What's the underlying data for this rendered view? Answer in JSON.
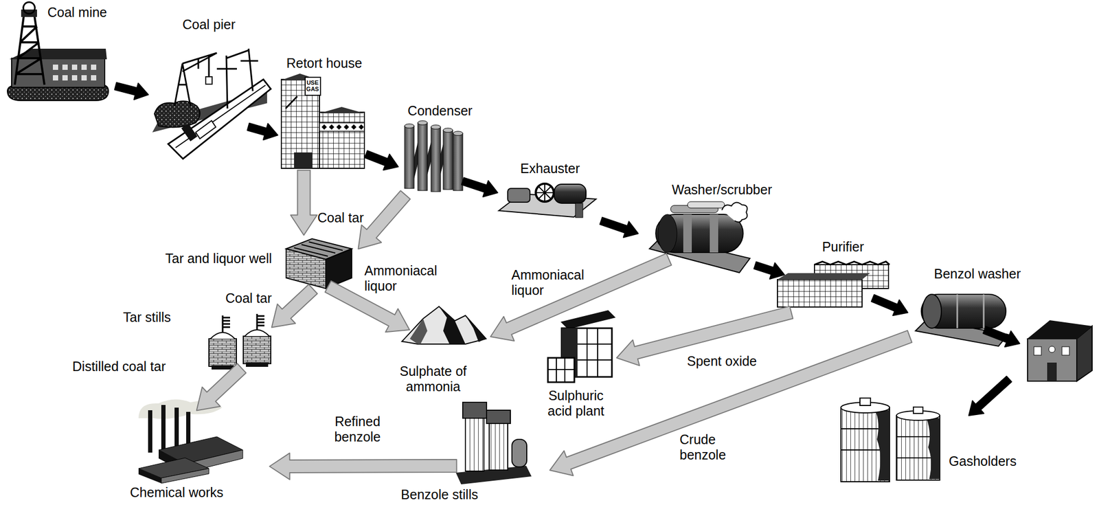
{
  "diagram": {
    "nodes": [
      {
        "text": [
          "Coal mine"
        ]
      },
      {
        "text": [
          "Coal pier"
        ]
      },
      {
        "text": [
          "Retort house",
          "USE GAS"
        ]
      },
      {
        "text": [
          "Condenser"
        ]
      },
      {
        "text": [
          "Exhauster"
        ]
      },
      {
        "text": [
          "Washer/scrubber"
        ]
      },
      {
        "text": [
          "Tar and liquor well"
        ]
      },
      {
        "text": [
          "Purifier"
        ]
      },
      {
        "text": [
          "Benzol washer"
        ]
      },
      {
        "text": [
          "Tar stills"
        ]
      },
      {
        "text": [
          "Sulphate of ammonia"
        ]
      },
      {
        "text": [
          "Sulphuric acid plant"
        ]
      },
      {
        "text": [
          "Gasholders"
        ]
      },
      {
        "text": [
          "Chemical works"
        ]
      },
      {
        "text": [
          "Benzole stills"
        ]
      }
    ],
    "edges": [
      {
        "from": 0,
        "to": 1,
        "arrow": "to"
      },
      {
        "from": 1,
        "to": 2,
        "arrow": "to"
      },
      {
        "from": 2,
        "to": 3,
        "arrow": "to"
      },
      {
        "from": 3,
        "to": 4,
        "arrow": "to"
      },
      {
        "from": 4,
        "to": 5,
        "arrow": "to"
      },
      {
        "from": 5,
        "to": 7,
        "arrow": "to"
      },
      {
        "from": 7,
        "to": 8,
        "arrow": "to"
      },
      {
        "from": 8,
        "to": 12,
        "arrow": "to"
      },
      {
        "from": 2,
        "to": 6,
        "arrow": "to",
        "label": "Coal tar"
      },
      {
        "from": 3,
        "to": 6,
        "arrow": "to"
      },
      {
        "from": 6,
        "to": 9,
        "arrow": "to",
        "label": "Coal tar"
      },
      {
        "from": 9,
        "to": 13,
        "arrow": "to",
        "label": "Distilled coal tar"
      },
      {
        "from": 6,
        "to": 10,
        "arrow": "to",
        "label": "Ammoniacal liquor"
      },
      {
        "from": 5,
        "to": 10,
        "arrow": "to",
        "label": "Ammoniacal liquor"
      },
      {
        "from": 7,
        "to": 11,
        "arrow": "to",
        "label": "Spent oxide"
      },
      {
        "from": 8,
        "to": 14,
        "arrow": "to",
        "label": "Crude benzole"
      },
      {
        "from": 14,
        "to": 13,
        "arrow": "to",
        "label": "Refined benzole"
      }
    ]
  }
}
